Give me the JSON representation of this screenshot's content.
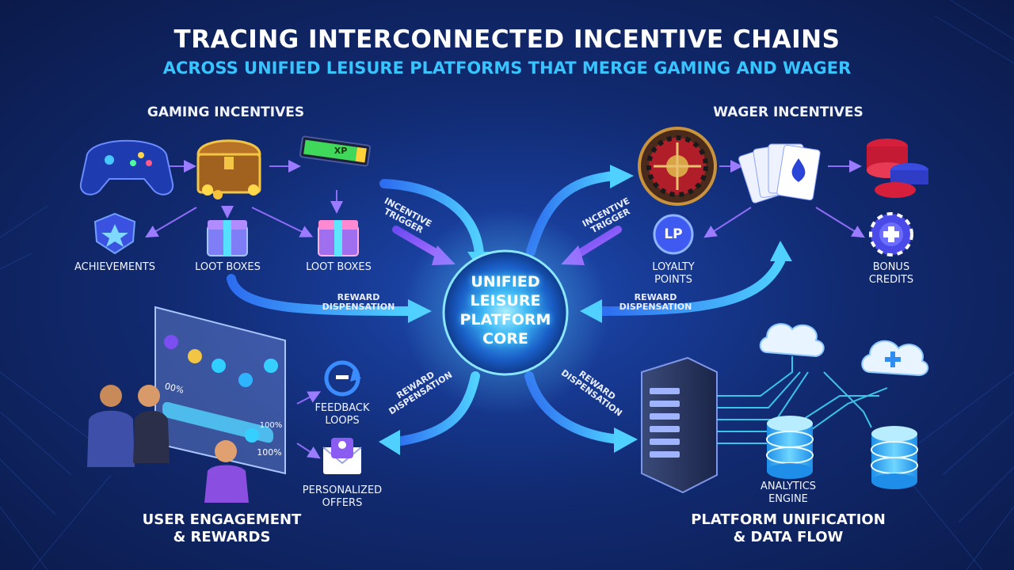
{
  "header": {
    "title": "TRACING INTERCONNECTED INCENTIVE CHAINS",
    "subtitle": "ACROSS UNIFIED LEISURE PLATFORMS THAT MERGE GAMING AND WAGER"
  },
  "gaming": {
    "title": "GAMING INCENTIVES",
    "achievements": "ACHIEVEMENTS",
    "loot_left": "LOOT BOXES",
    "loot_right": "LOOT BOXES",
    "xp_text": "XP"
  },
  "wager": {
    "title": "WAGER INCENTIVES",
    "loyalty": "LOYALTY POINTS",
    "loyalty_badge": "LP",
    "bonus": "BONUS CREDITS"
  },
  "core": {
    "line1": "UNIFIED",
    "line2": "LEISURE",
    "line3": "PLATFORM",
    "line4": "CORE"
  },
  "arrows": {
    "incentive_trigger_left": "INCENTIVE TRIGGER",
    "incentive_trigger_right": "INCENTIVE TRIGGER",
    "reward_left": "REWARD DISPENSATION",
    "reward_right": "REWARD DISPENSATION",
    "reward_bottom_left": "REWARD DISPENSATION",
    "reward_bottom_right": "REWARD DISPENSATION"
  },
  "engagement": {
    "title_line1": "USER ENGAGEMENT",
    "title_line2": "& REWARDS",
    "feedback": "FEEDBACK LOOPS",
    "offers": "PERSONALIZED OFFERS",
    "progress1": "00%",
    "progress2": "100%",
    "progress3": "100%"
  },
  "platform": {
    "title_line1": "PLATFORM UNIFICATION",
    "title_line2": "& DATA FLOW",
    "analytics": "ANALYTICS ENGINE"
  },
  "colors": {
    "background": "#0d1b4e",
    "accent_cyan": "#38c4ff",
    "accent_purple": "#8b5cf6",
    "arrow_blue": "#2fa8ff"
  }
}
